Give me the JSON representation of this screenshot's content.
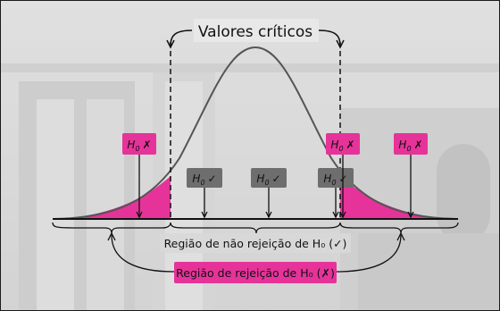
{
  "title": "Valores críticos",
  "h0_symbol": "H",
  "h0_subscript": "0",
  "reject_mark": "✗",
  "accept_mark": "✓",
  "labels": {
    "non_rejection": "Região de não rejeição de H₀ (✓)",
    "rejection": "Região de rejeição de H₀ (✗)"
  },
  "colors": {
    "reject": "#e6339a",
    "accept": "#6e6e6e",
    "curve": "#555555"
  }
}
